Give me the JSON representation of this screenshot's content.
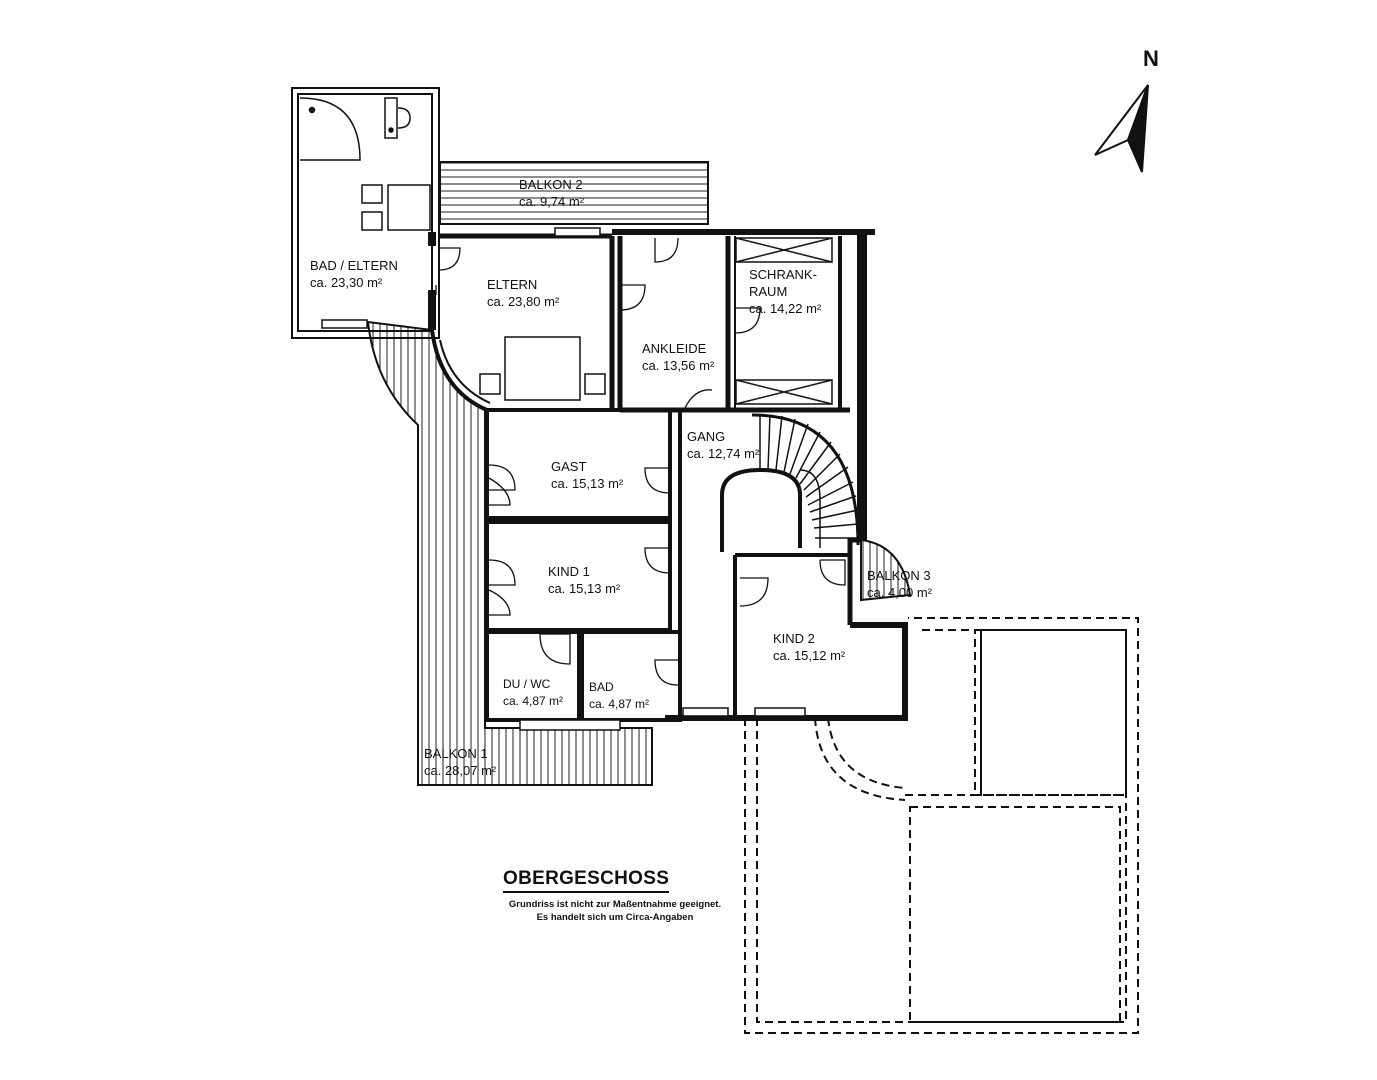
{
  "compass": {
    "label": "N",
    "icon": "north-arrow-icon"
  },
  "title": "OBERGESCHOSS",
  "notes": [
    "Grundriss ist nicht zur Maßentnahme geeignet.",
    "Es handelt sich um Circa-Angaben"
  ],
  "rooms": [
    {
      "id": "bad-eltern",
      "name": "BAD / ELTERN",
      "area": "ca. 23,30 m²"
    },
    {
      "id": "balkon-2",
      "name": "BALKON 2",
      "area": "ca. 9,74 m²"
    },
    {
      "id": "eltern",
      "name": "ELTERN",
      "area": "ca. 23,80 m²"
    },
    {
      "id": "schrankraum",
      "name": "SCHRANK-",
      "name2": "RAUM",
      "area": "ca. 14,22 m²"
    },
    {
      "id": "ankleide",
      "name": "ANKLEIDE",
      "area": "ca. 13,56 m²"
    },
    {
      "id": "gang",
      "name": "GANG",
      "area": "ca. 12,74 m²"
    },
    {
      "id": "gast",
      "name": "GAST",
      "area": "ca. 15,13 m²"
    },
    {
      "id": "kind-1",
      "name": "KIND 1",
      "area": "ca. 15,13 m²"
    },
    {
      "id": "balkon-3",
      "name": "BALKON 3",
      "area": "ca. 4,00 m²"
    },
    {
      "id": "kind-2",
      "name": "KIND 2",
      "area": "ca. 15,12 m²"
    },
    {
      "id": "du-wc",
      "name": "DU / WC",
      "area": "ca. 4,87 m²"
    },
    {
      "id": "bad",
      "name": "BAD",
      "area": "ca. 4,87 m²"
    },
    {
      "id": "balkon-1",
      "name": "BALKON 1",
      "area": "ca. 28,07 m²"
    }
  ]
}
